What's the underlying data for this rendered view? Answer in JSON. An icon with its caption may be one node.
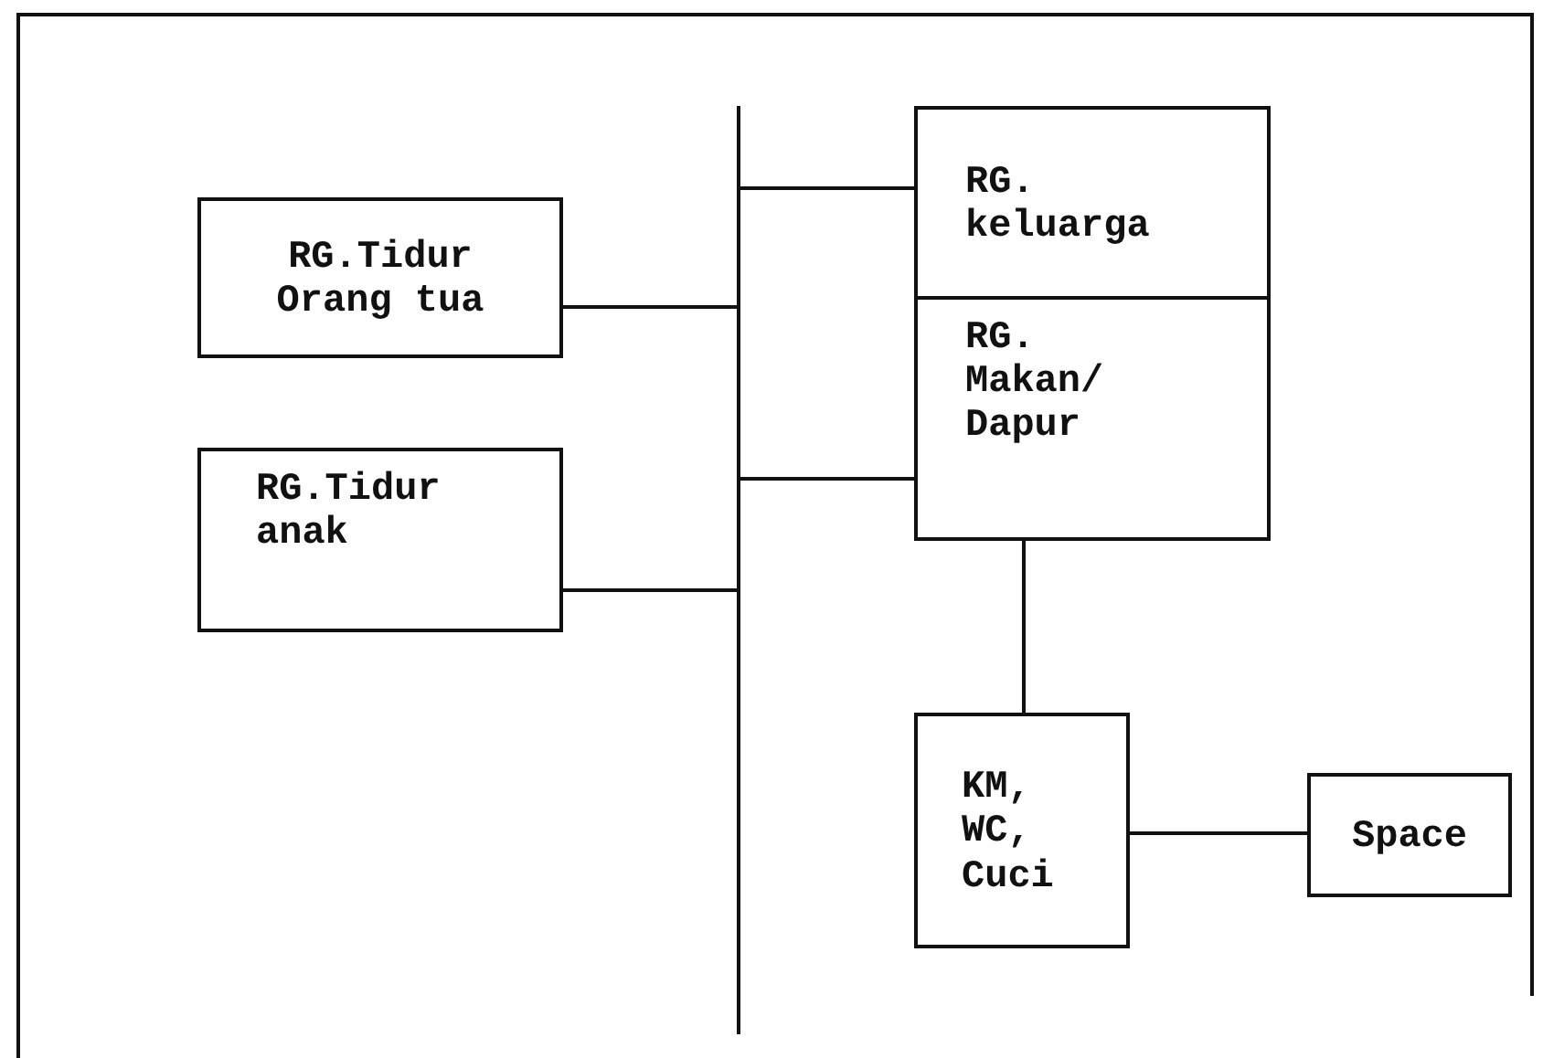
{
  "diagram": {
    "nodes": [
      {
        "text": [
          "RG.Tidur Orang tua"
        ]
      },
      {
        "text": [
          "RG.Tidur anak"
        ]
      },
      {
        "text": [],
        "shape": "bar"
      },
      {
        "text": [
          "RG. keluarga"
        ]
      },
      {
        "text": [
          "RG. Makan/ Dapur"
        ]
      },
      {
        "text": [
          "KM, WC, Cuci"
        ]
      },
      {
        "text": [
          "Space"
        ]
      }
    ],
    "edges": [
      {
        "from": 0,
        "to": 2,
        "arrow": "none"
      },
      {
        "from": 1,
        "to": 2,
        "arrow": "none"
      },
      {
        "from": 2,
        "to": 3,
        "arrow": "none"
      },
      {
        "from": 2,
        "to": 4,
        "arrow": "none"
      },
      {
        "from": 4,
        "to": 5,
        "arrow": "none"
      },
      {
        "from": 5,
        "to": 6,
        "arrow": "none"
      }
    ]
  }
}
